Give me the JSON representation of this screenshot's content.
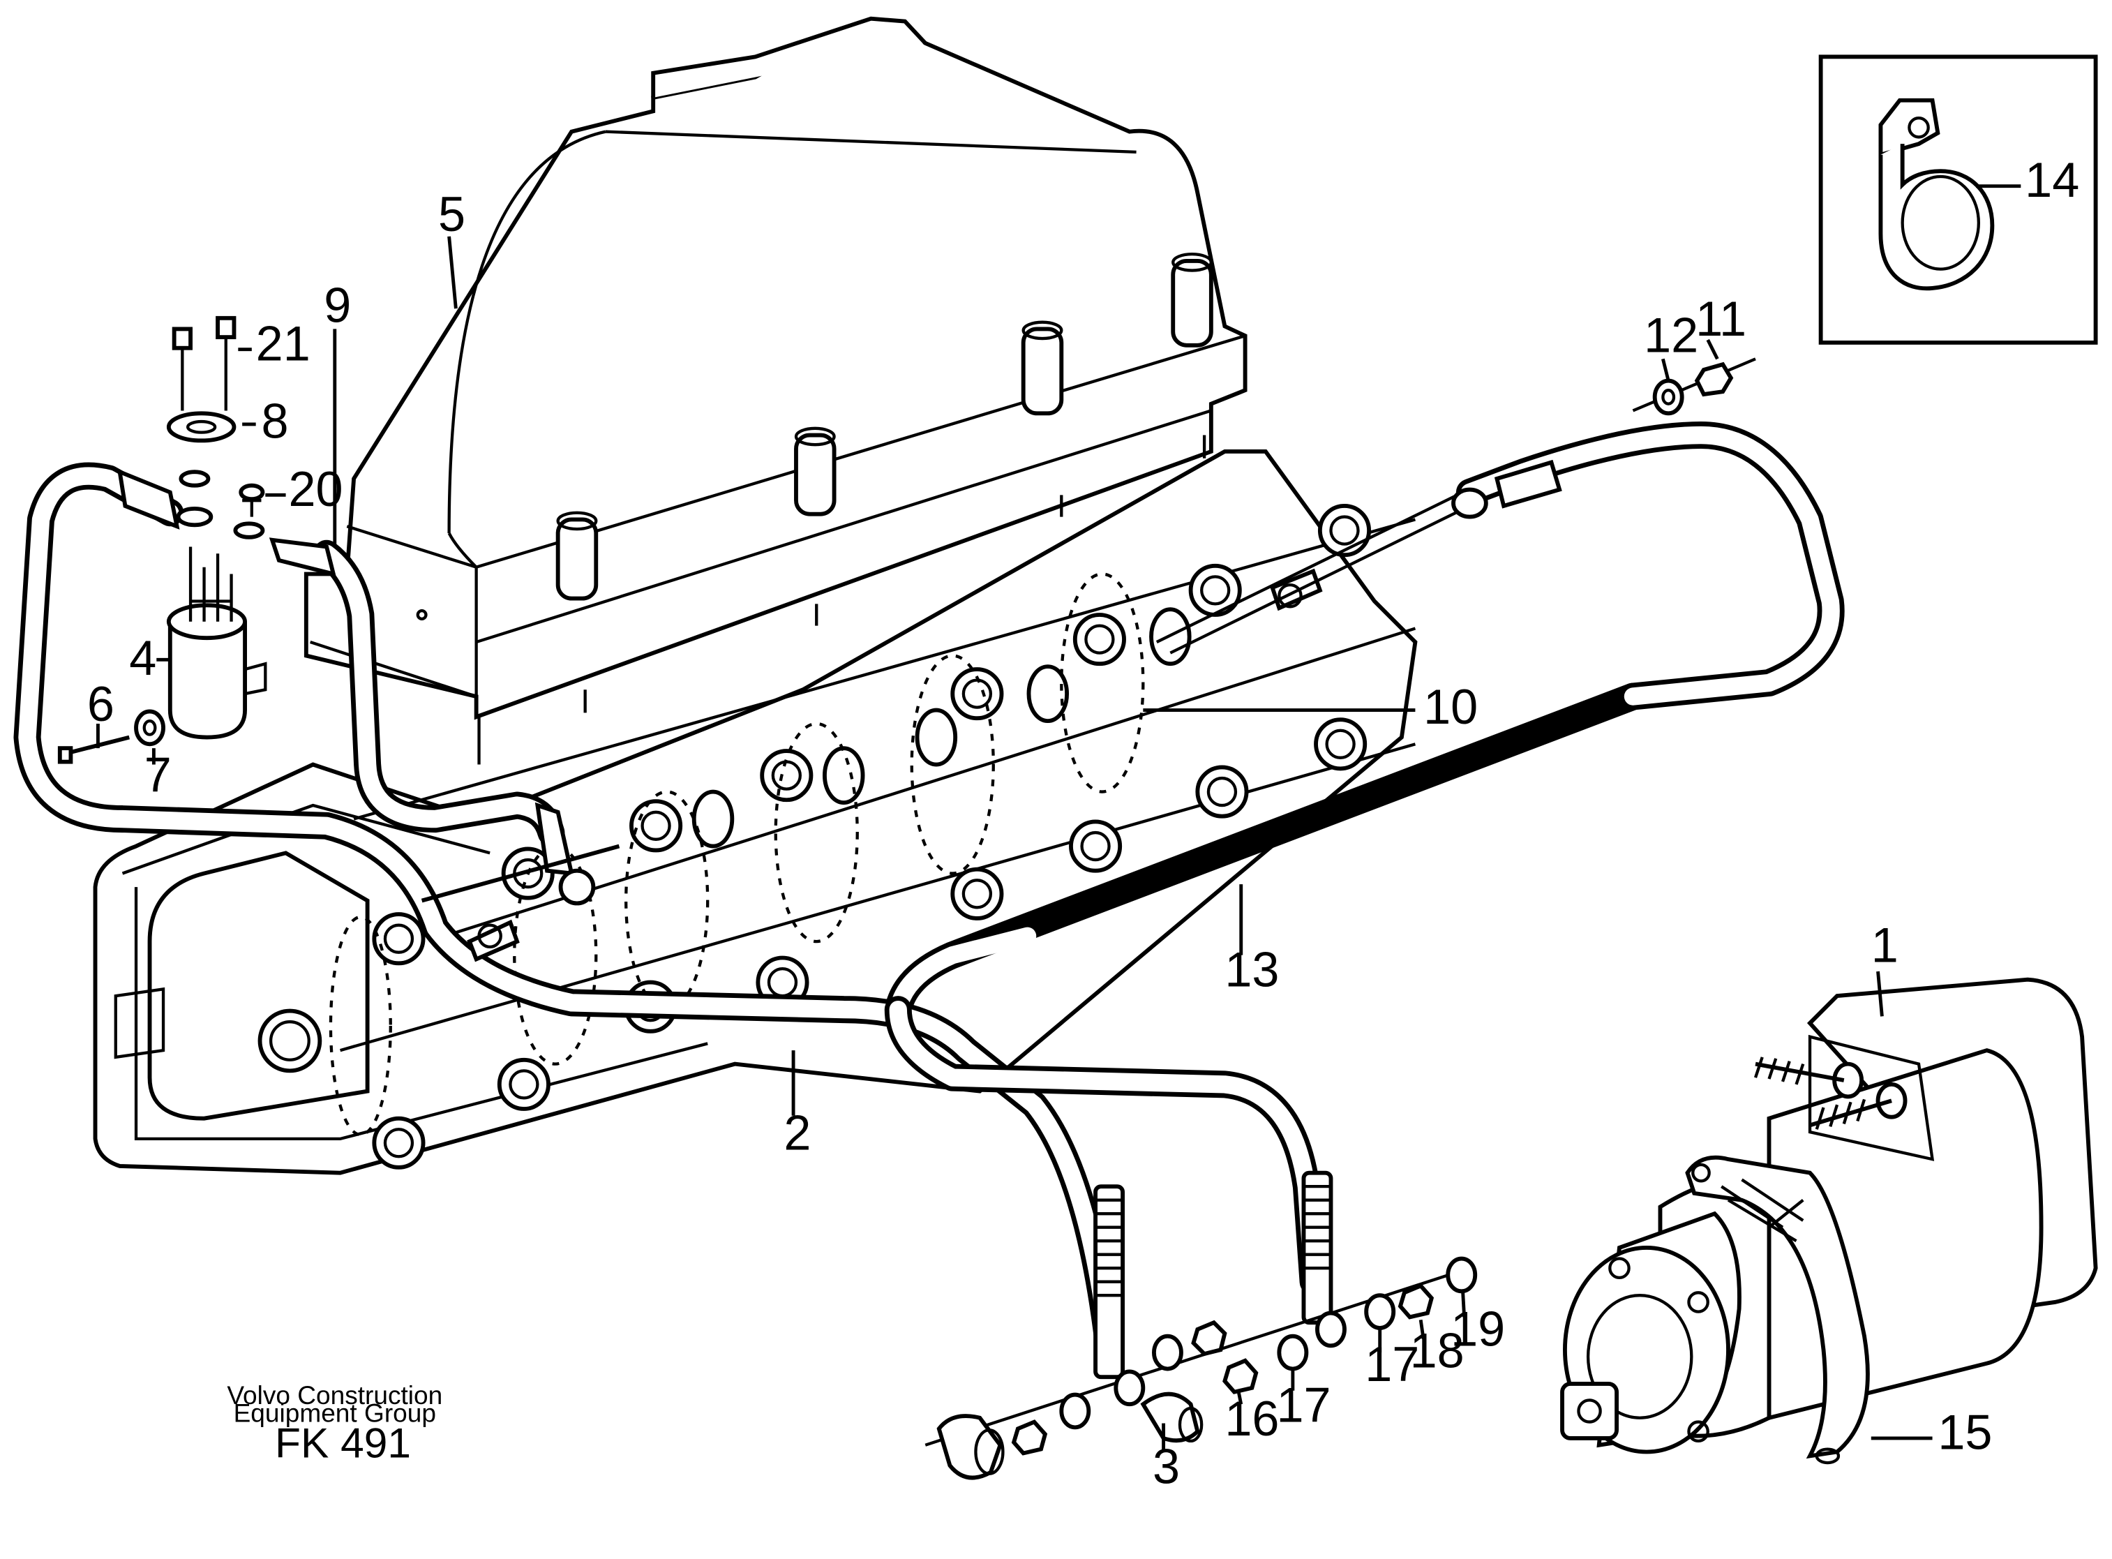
{
  "labels": {
    "p1": "1",
    "p2": "2",
    "p3": "3",
    "p4": "4",
    "p5": "5",
    "p6": "6",
    "p7": "7",
    "p8": "8",
    "p9": "9",
    "p10": "10",
    "p11": "11",
    "p12": "12",
    "p13": "13",
    "p14": "14",
    "p15": "15",
    "p16": "16",
    "p17a": "17",
    "p17b": "17",
    "p18": "18",
    "p19": "19",
    "p20": "20",
    "p21": "21"
  },
  "credit": {
    "line1": "Volvo Construction",
    "line2": "Equipment Group",
    "code": "FK 491"
  }
}
